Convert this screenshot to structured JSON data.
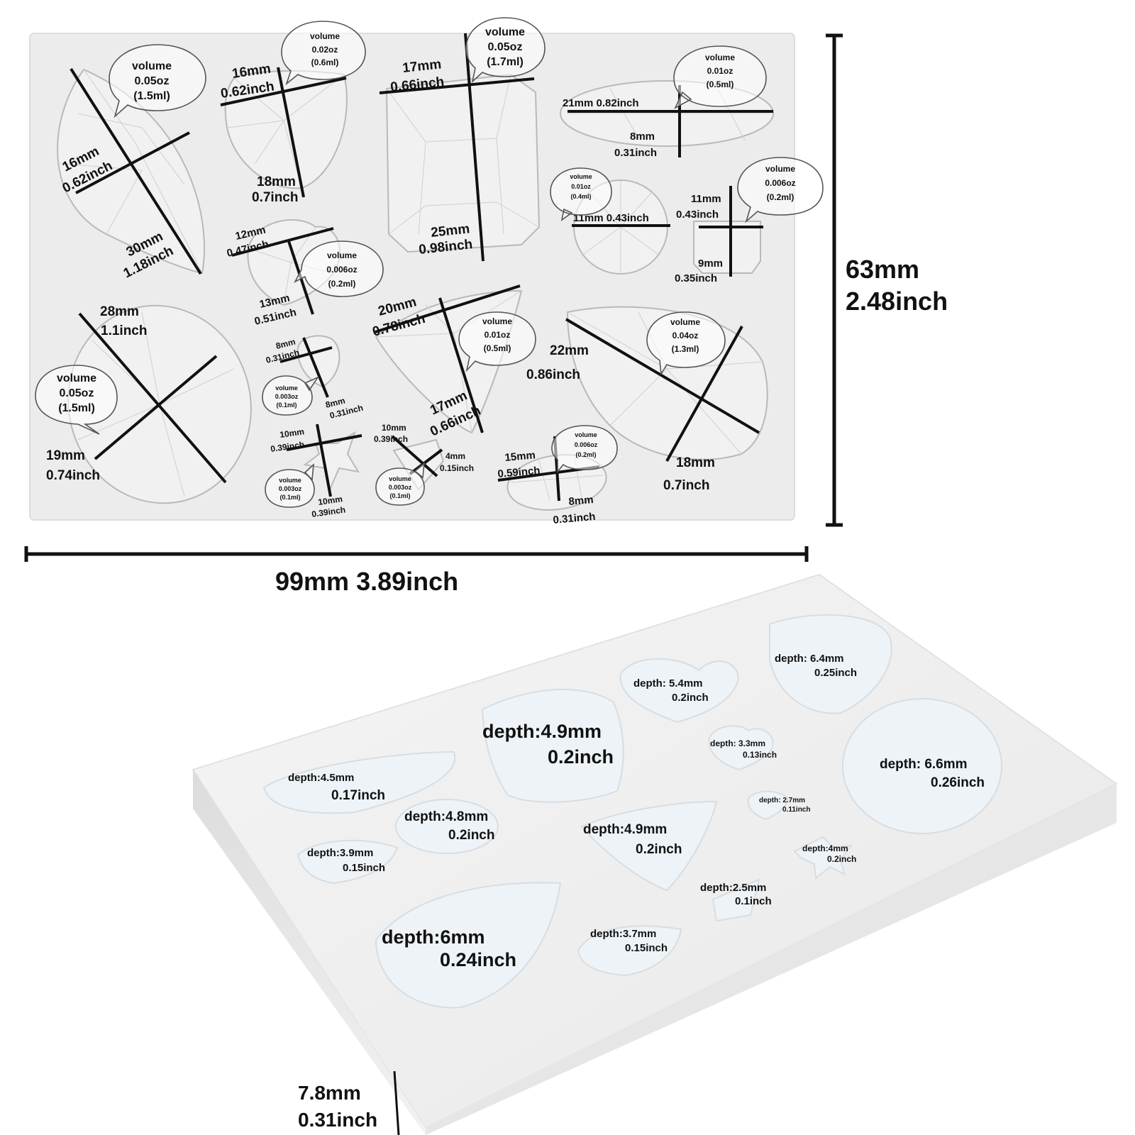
{
  "top_view": {
    "overall_height": {
      "mm": "63mm",
      "inch": "2.48inch"
    },
    "overall_width": {
      "label": "99mm 3.89inch"
    },
    "cavities": [
      {
        "name": "marquise",
        "dim1": [
          "16mm",
          "0.62inch"
        ],
        "dim2": [
          "30mm",
          "1.18inch"
        ],
        "volume": [
          "volume",
          "0.05oz",
          "(1.5ml)"
        ]
      },
      {
        "name": "teardrop-top",
        "dim1": [
          "16mm",
          "0.62inch"
        ],
        "dim2": [
          "18mm",
          "0.7inch"
        ],
        "volume": [
          "volume",
          "0.02oz",
          "(0.6ml)"
        ]
      },
      {
        "name": "rectangle",
        "dim1": [
          "17mm",
          "0.66inch"
        ],
        "dim2": [
          "25mm",
          "0.98inch"
        ],
        "volume": [
          "volume",
          "0.05oz",
          "(1.7ml)"
        ]
      },
      {
        "name": "oval-long",
        "dim1": [
          "21mm 0.82inch"
        ],
        "dim2": [
          "8mm",
          "0.31inch"
        ],
        "volume": [
          "volume",
          "0.01oz",
          "(0.5ml)"
        ]
      },
      {
        "name": "round-small",
        "dim1": [
          "11mm 0.43inch"
        ],
        "volume": [
          "volume",
          "0.01oz",
          "(0.4ml)"
        ]
      },
      {
        "name": "square-small",
        "dim1": [
          "11mm",
          "0.43inch"
        ],
        "dim2": [
          "9mm",
          "0.35inch"
        ],
        "volume": [
          "volume",
          "0.006oz",
          "(0.2ml)"
        ]
      },
      {
        "name": "heart-mid",
        "dim1": [
          "12mm",
          "0.47inch"
        ],
        "dim2": [
          "13mm",
          "0.51inch"
        ],
        "volume": [
          "volume",
          "0.006oz",
          "(0.2ml)"
        ]
      },
      {
        "name": "oval-large",
        "dim1": [
          "28mm",
          "1.1inch"
        ],
        "dim2": [
          "19mm",
          "0.74inch"
        ],
        "volume": [
          "volume",
          "0.05oz",
          "(1.5ml)"
        ]
      },
      {
        "name": "heart-small",
        "dim1": [
          "8mm",
          "0.31inch"
        ],
        "dim2": [
          "8mm",
          "0.31inch"
        ],
        "volume": [
          "volume",
          "0.003oz",
          "(0.1ml)"
        ]
      },
      {
        "name": "triangle",
        "dim1": [
          "20mm",
          "0.78inch"
        ],
        "dim2": [
          "17mm",
          "0.66inch"
        ],
        "volume": [
          "volume",
          "0.01oz",
          "(0.5ml)"
        ]
      },
      {
        "name": "teardrop-large",
        "dim1": [
          "22mm",
          "0.86inch"
        ],
        "dim2": [
          "18mm",
          "0.7inch"
        ],
        "volume": [
          "volume",
          "0.04oz",
          "(1.3ml)"
        ]
      },
      {
        "name": "star",
        "dim1": [
          "10mm",
          "0.39inch"
        ],
        "dim2": [
          "10mm",
          "0.39inch"
        ],
        "volume": [
          "volume",
          "0.003oz",
          "(0.1ml)"
        ]
      },
      {
        "name": "kite-small",
        "dim1": [
          "10mm",
          "0.39inch"
        ],
        "dim2": [
          "4mm",
          "0.15inch"
        ],
        "volume": [
          "volume",
          "0.003oz",
          "(0.1ml)"
        ]
      },
      {
        "name": "oval-small",
        "dim1": [
          "15mm",
          "0.59inch"
        ],
        "dim2": [
          "8mm",
          "0.31inch"
        ],
        "volume": [
          "volume",
          "0.006oz",
          "(0.2ml)"
        ]
      }
    ]
  },
  "side_view": {
    "thickness": {
      "mm": "7.8mm",
      "inch": "0.31inch"
    },
    "depths": [
      {
        "name": "heart-top",
        "mm": "depth: 5.4mm",
        "inch": "0.2inch"
      },
      {
        "name": "teardrop-right",
        "mm": "depth: 6.4mm",
        "inch": "0.25inch"
      },
      {
        "name": "rectangle",
        "mm": "depth:4.9mm",
        "inch": "0.2inch"
      },
      {
        "name": "heart-mid",
        "mm": "depth: 3.3mm",
        "inch": "0.13inch"
      },
      {
        "name": "round",
        "mm": "depth: 6.6mm",
        "inch": "0.26inch"
      },
      {
        "name": "oval-long",
        "mm": "depth:4.5mm",
        "inch": "0.17inch"
      },
      {
        "name": "heart-small",
        "mm": "depth: 2.7mm",
        "inch": "0.11inch"
      },
      {
        "name": "oval-mid",
        "mm": "depth:4.8mm",
        "inch": "0.2inch"
      },
      {
        "name": "triangle",
        "mm": "depth:4.9mm",
        "inch": "0.2inch"
      },
      {
        "name": "star",
        "mm": "depth:4mm",
        "inch": "0.2inch"
      },
      {
        "name": "kite",
        "mm": "depth:3.9mm",
        "inch": "0.15inch"
      },
      {
        "name": "small-kite",
        "mm": "depth:2.5mm",
        "inch": "0.1inch"
      },
      {
        "name": "teardrop-large",
        "mm": "depth:6mm",
        "inch": "0.24inch"
      },
      {
        "name": "oval-small",
        "mm": "depth:3.7mm",
        "inch": "0.15inch"
      }
    ]
  }
}
